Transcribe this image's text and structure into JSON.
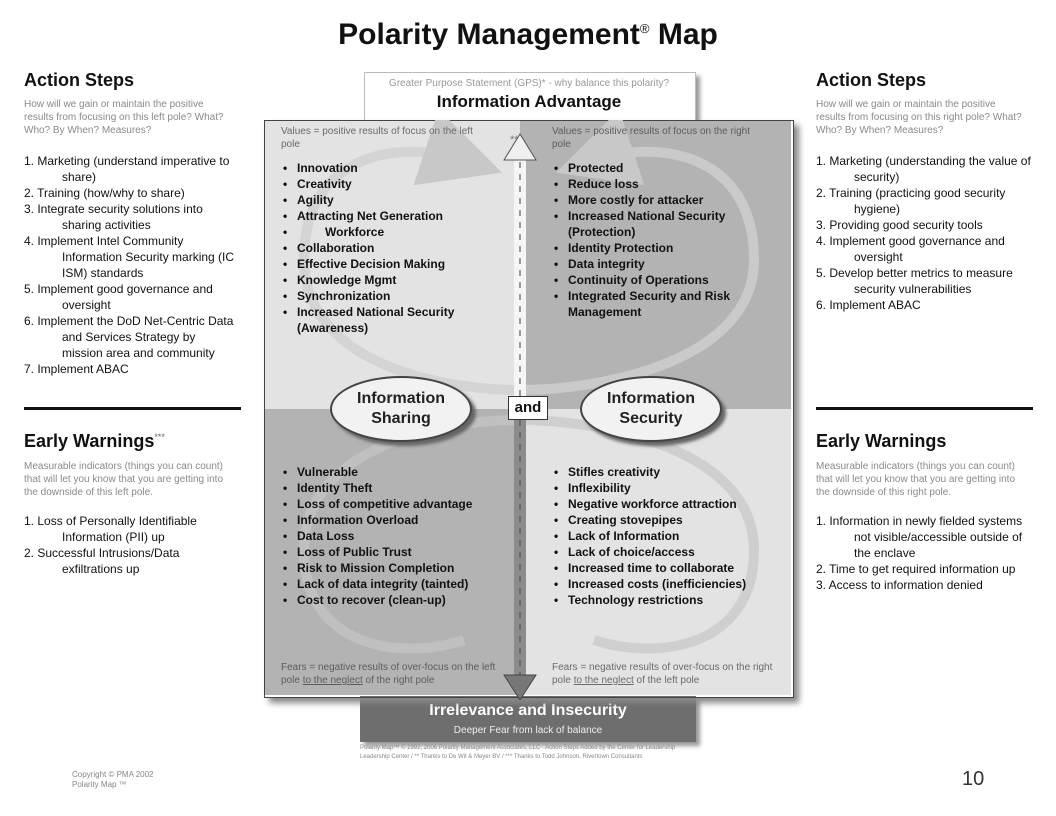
{
  "title": {
    "main": "Polarity Management",
    "reg": "®",
    "suffix": "Map"
  },
  "left": {
    "action_heading": "Action Steps",
    "action_note": "How will we gain or maintain the positive results from focusing on this left pole? What? Who? By When? Measures?",
    "action_steps": [
      "1. Marketing (understand imperative to share)",
      "2. Training (how/why to share)",
      "3.  Integrate security solutions into sharing activities",
      "4. Implement Intel Community Information Security marking (IC ISM) standards",
      "5. Implement good governance and oversight",
      "6.  Implement the DoD Net-Centric Data and Services Strategy by mission area and community",
      "7. Implement ABAC"
    ],
    "warn_heading": "Early Warnings",
    "warn_sup": "***",
    "warn_note": "Measurable indicators (things you can count) that will let you know that you are getting into the downside of this left pole.",
    "warn_steps": [
      "1.  Loss of Personally Identifiable Information (PII) up",
      "2.  Successful Intrusions/Data exfiltrations up"
    ]
  },
  "right": {
    "action_heading": "Action Steps",
    "action_note": "How will we gain or maintain the positive results from focusing on this right pole? What? Who? By When? Measures?",
    "action_steps": [
      "1. Marketing (understanding the value of security)",
      "2. Training (practicing good security hygiene)",
      "3. Providing good security tools",
      "4. Implement good governance and oversight",
      "5. Develop better metrics to measure security vulnerabilities",
      "6. Implement ABAC"
    ],
    "warn_heading": "Early Warnings",
    "warn_note": "Measurable indicators (things you can count) that will let you know that you are getting into the downside of this right pole.",
    "warn_steps": [
      "1. Information in newly fielded systems not visible/accessible outside of the enclave",
      "2. Time to get required information up",
      "3. Access to information denied"
    ]
  },
  "gps": {
    "label": "Greater Purpose Statement (GPS)* - why balance this polarity?",
    "value": "Information Advantage"
  },
  "deeper_fear": {
    "value": "Irrelevance and Insecurity",
    "label": "Deeper Fear from lack of balance"
  },
  "double_star": "**",
  "quadrants": {
    "upper_left": {
      "note": "Values = positive  results of focus on the left pole",
      "items": [
        "Innovation",
        "Creativity",
        "Agility",
        "Attracting Net Generation",
        "Workforce",
        "Collaboration",
        "Effective Decision Making",
        "Knowledge Mgmt",
        "Synchronization",
        "Increased National Security (Awareness)"
      ]
    },
    "upper_right": {
      "note": "Values = positive results of focus on the right pole",
      "items": [
        "Protected",
        "Reduce loss",
        "More costly for attacker",
        "Increased National Security (Protection)",
        "Identity Protection",
        "Data integrity",
        "Continuity of Operations",
        "Integrated Security and Risk Management"
      ]
    },
    "lower_left": {
      "items": [
        "Vulnerable",
        "Identity Theft",
        "Loss of competitive advantage",
        "Information Overload",
        "Data Loss",
        "Loss of Public Trust",
        "Risk to Mission Completion",
        "Lack of data integrity (tainted)",
        "Cost to recover (clean-up)"
      ],
      "note_a": "Fears = negative results of over-focus on the left pole",
      "note_u": "to the neglect",
      "note_b": "of the right pole"
    },
    "lower_right": {
      "items": [
        "Stifles creativity",
        "Inflexibility",
        "Negative workforce attraction",
        "Creating stovepipes",
        "Lack of Information",
        "Lack of choice/access",
        "Increased time to collaborate",
        "Increased costs (inefficiencies)",
        "Technology restrictions"
      ],
      "note_a": "Fears = negative results of over-focus on the right pole",
      "note_u": "to the neglect",
      "note_b": "of the left pole"
    }
  },
  "poles": {
    "left": "Information Sharing",
    "right": "Information Security",
    "connector": "and"
  },
  "footer": {
    "credit_line1": "Polarity Map™ © 1992, 2006 Polarity Management Associates, LLC   ·   Action Steps Added by the Center for Leadership",
    "credit_line2": "Leadership Center  /  ** Thanks to De Wit & Meyer BV  /  *** Thanks to Todd Johnson, Rivertown Consultants",
    "copyright1": "Copyright © PMA 2002",
    "copyright2": "Polarity Map ™",
    "page_number": "10"
  },
  "colors": {
    "light_quadrant": "#e3e3e3",
    "dark_quadrant": "#b3b3b3",
    "deep_fear": "#6e6e6e"
  }
}
